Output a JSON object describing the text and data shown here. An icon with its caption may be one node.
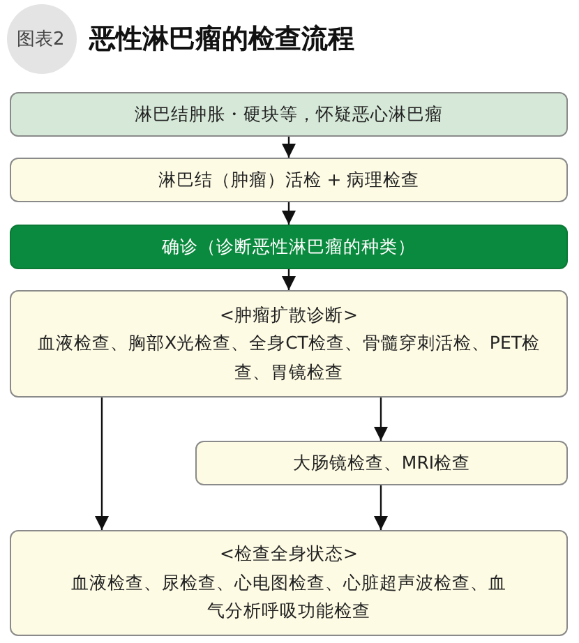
{
  "diagram": {
    "title": "恶性淋巴瘤的检查流程",
    "nodes": [
      {
        "text": [
          "淋巴结肿胀・硬块等，怀疑恶心淋巴瘤"
        ]
      },
      {
        "text": [
          "淋巴结（肿瘤）活检 + 病理检查"
        ]
      },
      {
        "text": [
          "确诊（诊断恶性淋巴瘤的种类）"
        ]
      },
      {
        "text": [
          "<肿瘤扩散诊断>",
          "血液检查、胸部X光检查、全身CT检查、骨髓穿刺活检、PET检查、胃镜检查"
        ]
      },
      {
        "text": [
          "大肠镜检查、MRI检查"
        ]
      },
      {
        "text": [
          "<检查全身状态>",
          "血液检查、尿检查、心电图检查、心脏超声波检查、血气分析呼吸功能检查"
        ]
      }
    ],
    "edges": [
      {
        "from": 0,
        "to": 1,
        "arrow": "to"
      },
      {
        "from": 1,
        "to": 2,
        "arrow": "to"
      },
      {
        "from": 2,
        "to": 3,
        "arrow": "to"
      },
      {
        "from": 3,
        "to": 4,
        "arrow": "to"
      },
      {
        "from": 3,
        "to": 5,
        "arrow": "to"
      },
      {
        "from": 4,
        "to": 5,
        "arrow": "to"
      }
    ],
    "labels": [
      "图表2"
    ]
  }
}
